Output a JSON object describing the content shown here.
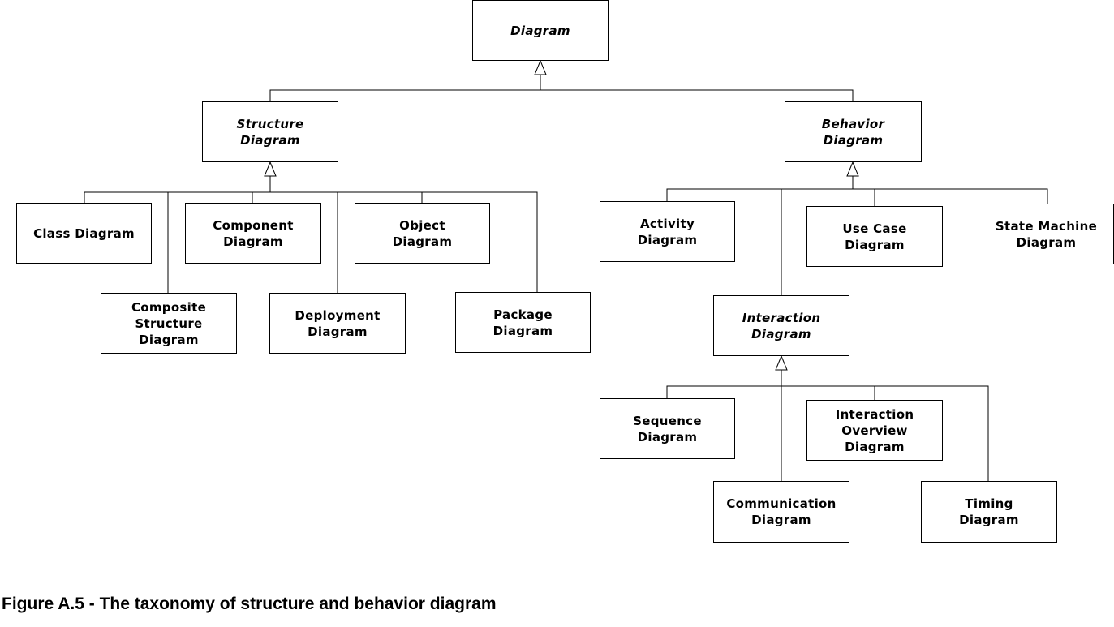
{
  "nodes": {
    "diagram": "Diagram",
    "structure_diagram": "Structure\nDiagram",
    "behavior_diagram": "Behavior\nDiagram",
    "class_diagram": "Class Diagram",
    "component_diagram": "Component\nDiagram",
    "object_diagram": "Object\nDiagram",
    "composite_structure_diagram": "Composite\nStructure\nDiagram",
    "deployment_diagram": "Deployment\nDiagram",
    "package_diagram": "Package\nDiagram",
    "activity_diagram": "Activity\nDiagram",
    "use_case_diagram": "Use Case\nDiagram",
    "state_machine_diagram": "State Machine\nDiagram",
    "interaction_diagram": "Interaction\nDiagram",
    "sequence_diagram": "Sequence\nDiagram",
    "interaction_overview_diagram": "Interaction\nOverview\nDiagram",
    "communication_diagram": "Communication\nDiagram",
    "timing_diagram": "Timing\nDiagram"
  },
  "abstract_nodes": [
    "diagram",
    "structure_diagram",
    "behavior_diagram",
    "interaction_diagram"
  ],
  "generalizations": [
    {
      "parent": "diagram",
      "children": [
        "structure_diagram",
        "behavior_diagram"
      ]
    },
    {
      "parent": "structure_diagram",
      "children": [
        "class_diagram",
        "component_diagram",
        "object_diagram",
        "composite_structure_diagram",
        "deployment_diagram",
        "package_diagram"
      ]
    },
    {
      "parent": "behavior_diagram",
      "children": [
        "activity_diagram",
        "use_case_diagram",
        "state_machine_diagram",
        "interaction_diagram"
      ]
    },
    {
      "parent": "interaction_diagram",
      "children": [
        "sequence_diagram",
        "interaction_overview_diagram",
        "communication_diagram",
        "timing_diagram"
      ]
    }
  ],
  "caption": "Figure A.5 - The taxonomy of structure and behavior diagram"
}
